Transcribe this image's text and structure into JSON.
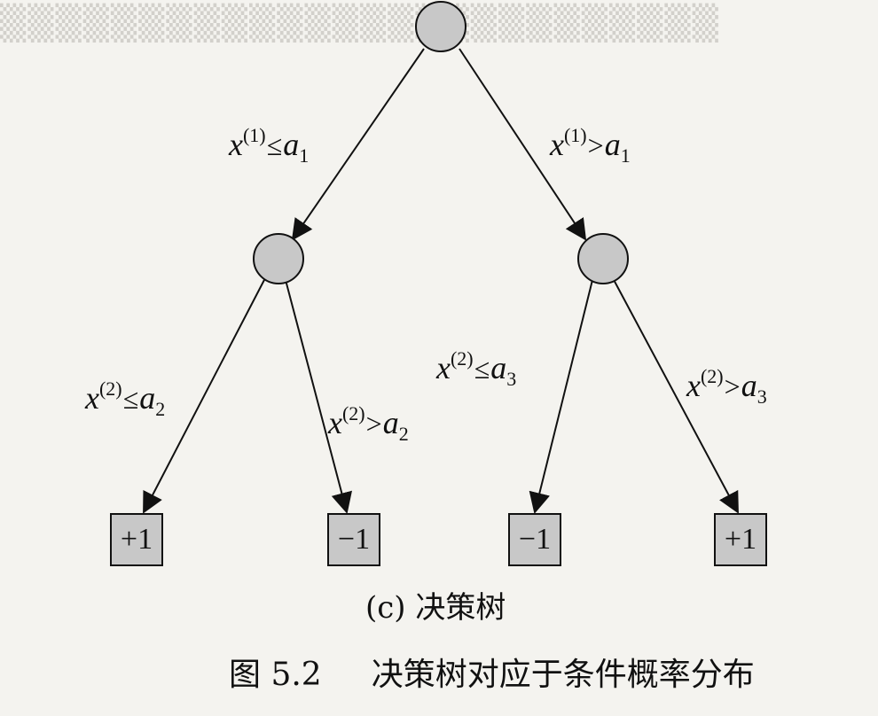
{
  "diagram": {
    "root_node": "",
    "edges": [
      {
        "id": "e1",
        "var": "x",
        "sup": "(1)",
        "op": "≤",
        "a": "a",
        "sub": "1"
      },
      {
        "id": "e2",
        "var": "x",
        "sup": "(1)",
        "op": ">",
        "a": "a",
        "sub": "1"
      },
      {
        "id": "e3",
        "var": "x",
        "sup": "(2)",
        "op": "≤",
        "a": "a",
        "sub": "2"
      },
      {
        "id": "e4",
        "var": "x",
        "sup": "(2)",
        "op": ">",
        "a": "a",
        "sub": "2"
      },
      {
        "id": "e5",
        "var": "x",
        "sup": "(2)",
        "op": "≤",
        "a": "a",
        "sub": "3"
      },
      {
        "id": "e6",
        "var": "x",
        "sup": "(2)",
        "op": ">",
        "a": "a",
        "sub": "3"
      }
    ],
    "leaves": [
      "+1",
      "−1",
      "−1",
      "+1"
    ]
  },
  "subcaption": "(c) 决策树",
  "caption": {
    "number": "图 5.2",
    "title": "决策树对应于条件概率分布"
  },
  "colors": {
    "node_fill": "#c8c8c8",
    "stroke": "#111111",
    "background": "#f4f3ef"
  }
}
